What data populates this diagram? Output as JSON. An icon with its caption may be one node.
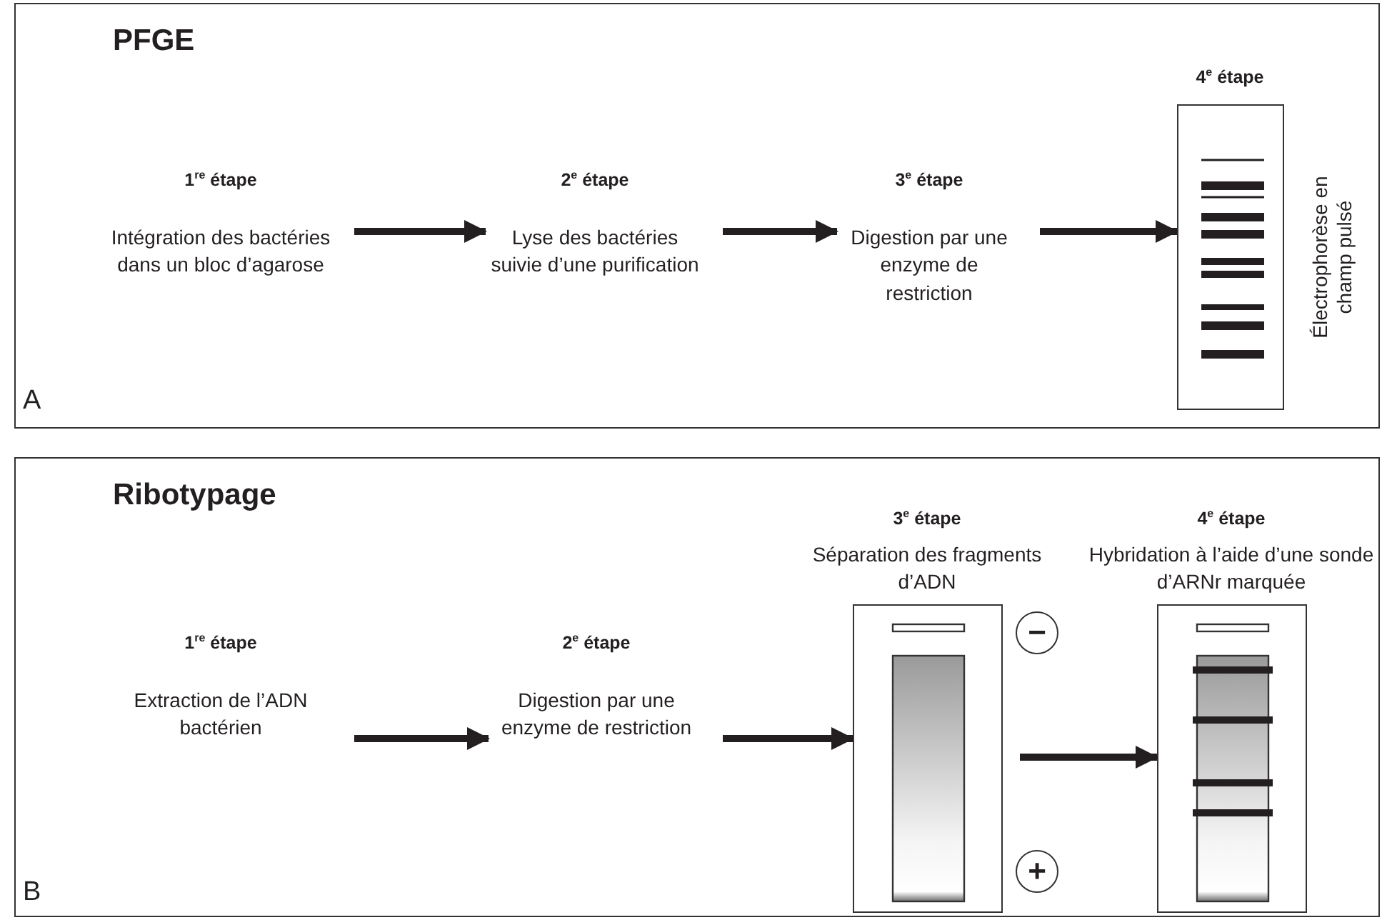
{
  "diagram": {
    "nodes": [
      {
        "text": [
          "PFGE"
        ]
      },
      {
        "text": [
          "1$^{re}$ étape",
          "Intégration des bactéries dans un bloc d’agarose"
        ],
        "in": 0
      },
      {
        "text": [
          "2$^{e}$ étape",
          "Lyse des bactéries suivie d’une purification"
        ],
        "in": 0
      },
      {
        "text": [
          "3$^{e}$ étape",
          "Digestion par une enzyme de restriction"
        ],
        "in": 0
      },
      {
        "text": [
          "4$^{e}$ étape"
        ],
        "beside": [
          "Électrophorèse en champ pulsé"
        ],
        "in": 0
      },
      {
        "text": [
          "Ribotypage"
        ]
      },
      {
        "text": [
          "1$^{re}$ étape",
          "Extraction de l’ADN bactérien"
        ],
        "in": 5
      },
      {
        "text": [
          "2$^{e}$ étape",
          "Digestion par une enzyme de restriction"
        ],
        "in": 5
      },
      {
        "text": [
          "3$^{e}$ étape",
          "Séparation des fragments d’ADN"
        ],
        "in": 5
      },
      {
        "text": [
          "4$^{e}$ étape",
          "Hybridation à l’aide d’une sonde d’ARNr marquée"
        ],
        "in": 5
      }
    ],
    "edges": [
      {
        "from": 1,
        "to": 2,
        "arrow": "to"
      },
      {
        "from": 2,
        "to": 3,
        "arrow": "to"
      },
      {
        "from": 3,
        "to": 4,
        "arrow": "to"
      },
      {
        "from": 6,
        "to": 7,
        "arrow": "to"
      },
      {
        "from": 7,
        "to": 8,
        "arrow": "to"
      },
      {
        "from": 8,
        "to": 9,
        "arrow": "to"
      }
    ],
    "labels": [
      "A",
      "B",
      "−",
      "+"
    ]
  }
}
